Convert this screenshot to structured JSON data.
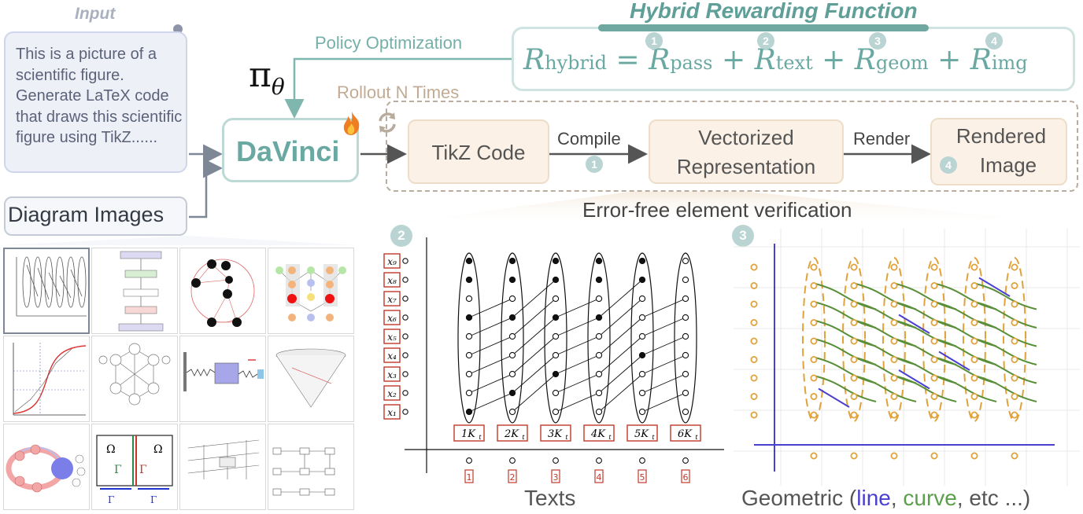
{
  "input": {
    "title": "Input",
    "prompt": "This is a picture of a scientific figure. Generate LaTeX code that draws this scientific figure using TikZ......",
    "diagram_label": "Diagram Images"
  },
  "model": {
    "name": "DaVinci",
    "policy_symbol": "π",
    "policy_subscript": "θ"
  },
  "arrows": {
    "policy_optimization": "Policy Optimization",
    "rollout": "Rollout N Times",
    "compile": "Compile",
    "render": "Render"
  },
  "reward": {
    "title": "Hybrid Rewarding Function",
    "lhs": "R",
    "lhs_sub": "hybrid",
    "eq": "=",
    "plus": "+",
    "terms": [
      {
        "num": "1",
        "base": "R",
        "sub": "pass"
      },
      {
        "num": "2",
        "base": "R",
        "sub": "text"
      },
      {
        "num": "3",
        "base": "R",
        "sub": "geom"
      },
      {
        "num": "4",
        "base": "R",
        "sub": "img"
      }
    ]
  },
  "pipeline": {
    "tikz": "TikZ Code",
    "vector_line1": "Vectorized",
    "vector_line2": "Representation",
    "rendered_line1": "Rendered",
    "rendered_line2": "Image",
    "compile_num": "1",
    "render_num": "4"
  },
  "verification": {
    "title": "Error-free element verification",
    "texts_num": "2",
    "geom_num": "3",
    "texts_label": "Texts",
    "geom_prefix": "Geometric (",
    "geom_line": "line",
    "geom_sep1": ", ",
    "geom_curve": "curve",
    "geom_suffix": ", etc ...)",
    "row_labels": [
      "x₉",
      "x₈",
      "x₇",
      "x₆",
      "x₅",
      "x₄",
      "x₃",
      "x₂",
      "x₁"
    ],
    "k_labels": [
      "1K",
      "2K",
      "3K",
      "4K",
      "5K",
      "6K"
    ],
    "k_sub": "t",
    "col_nums": [
      "1",
      "2",
      "3",
      "4",
      "5",
      "6"
    ]
  },
  "colors": {
    "teal": "#6aa8a2",
    "stage_fill": "#fbf1e6",
    "line_blue": "#4a40d0",
    "curve_green": "#5a8f3a",
    "node_orange": "#e0a23a",
    "label_red": "#c0392b"
  }
}
